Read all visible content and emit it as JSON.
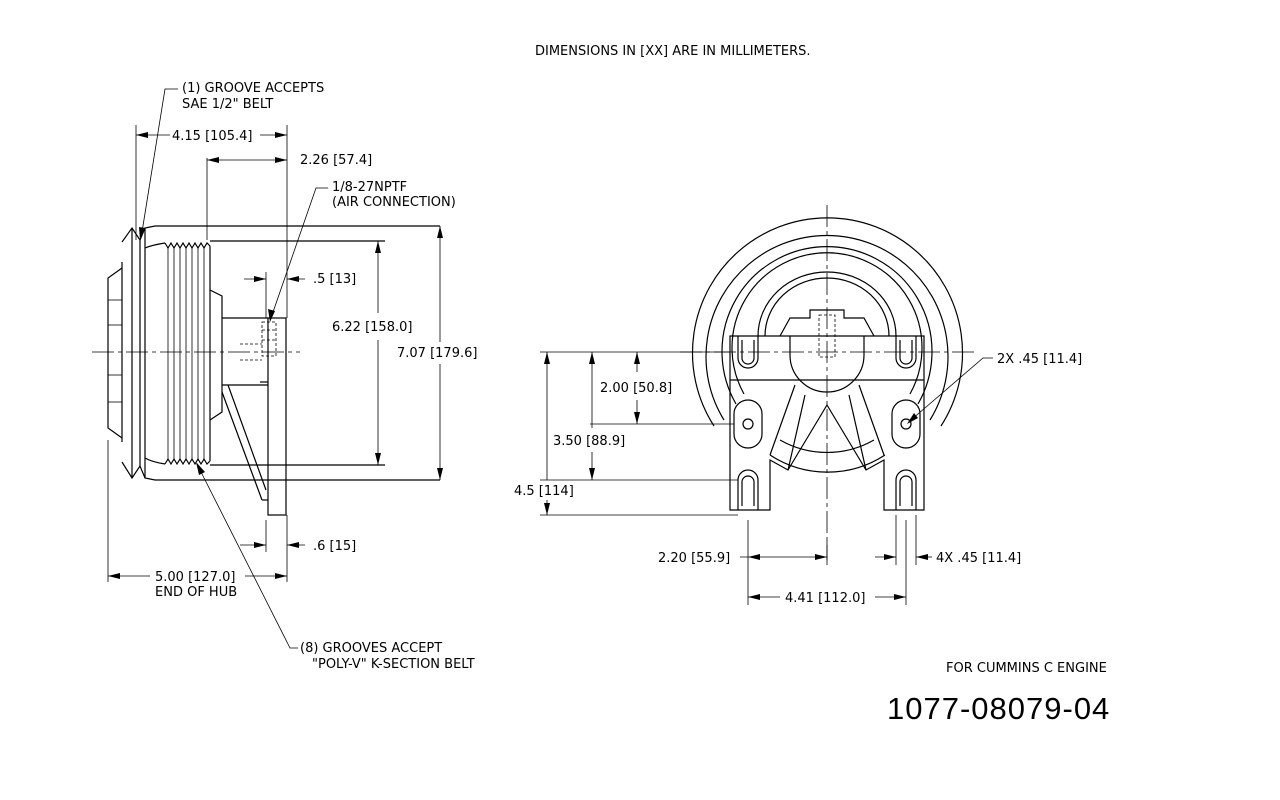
{
  "header_note": "DIMENSIONS IN [XX] ARE IN MILLIMETERS.",
  "side_view": {
    "groove_note_line1": "(1) GROOVE ACCEPTS",
    "groove_note_line2": "SAE 1/2\" BELT",
    "dim_overall": "4.15 [105.4]",
    "dim_hub": "2.26 [57.4]",
    "air_note_line1": "1/8-27NPTF",
    "air_note_line2": "(AIR CONNECTION)",
    "dim_port": ".5 [13]",
    "dim_pulley_dia": "6.22 [158.0]",
    "dim_outer_dia": "7.07 [179.6]",
    "dim_flange": ".6 [15]",
    "dim_end_hub_line1": "5.00 [127.0]",
    "dim_end_hub_line2": "END OF HUB",
    "polyv_note_line1": "(8) GROOVES ACCEPT",
    "polyv_note_line2": "\"POLY-V\" K-SECTION BELT"
  },
  "front_view": {
    "dim_slot_holes": "2X .45 [11.4]",
    "dim_2_00": "2.00 [50.8]",
    "dim_3_50": "3.50 [88.9]",
    "dim_4_5": "4.5 [114]",
    "dim_2_20": "2.20 [55.9]",
    "dim_4x": "4X .45 [11.4]",
    "dim_4_41": "4.41 [112.0]"
  },
  "footer": {
    "engine_note": "FOR CUMMINS C ENGINE",
    "part_number": "1077-08079-04"
  }
}
